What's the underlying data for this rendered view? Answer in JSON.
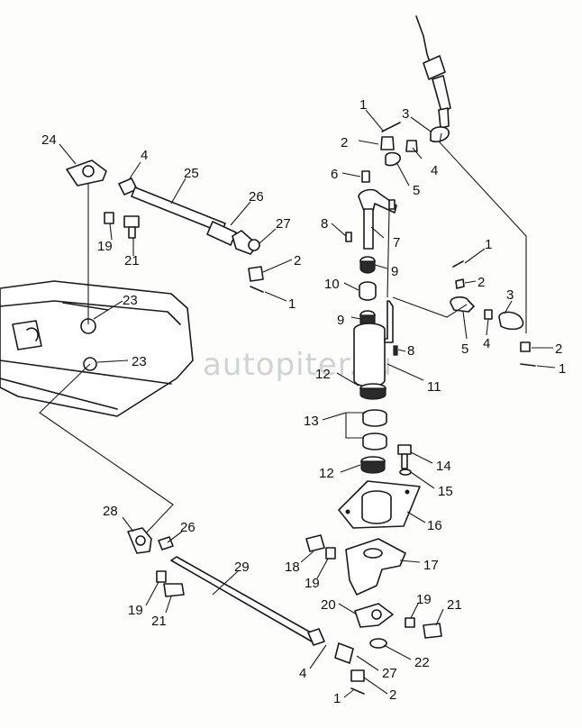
{
  "diagram": {
    "watermark": "autopiter.ru",
    "callouts": [
      {
        "id": "c1a",
        "label": "1"
      },
      {
        "id": "c2a",
        "label": "2"
      },
      {
        "id": "c3a",
        "label": "3"
      },
      {
        "id": "c4a",
        "label": "4"
      },
      {
        "id": "c5a",
        "label": "5"
      },
      {
        "id": "c6",
        "label": "6"
      },
      {
        "id": "c7",
        "label": "7"
      },
      {
        "id": "c8a",
        "label": "8"
      },
      {
        "id": "c9a",
        "label": "9"
      },
      {
        "id": "c10",
        "label": "10"
      },
      {
        "id": "c9b",
        "label": "9"
      },
      {
        "id": "c1b",
        "label": "1"
      },
      {
        "id": "c2b",
        "label": "2"
      },
      {
        "id": "c3b",
        "label": "3"
      },
      {
        "id": "c5b",
        "label": "5"
      },
      {
        "id": "c4b",
        "label": "4"
      },
      {
        "id": "c2c",
        "label": "2"
      },
      {
        "id": "c1c",
        "label": "1"
      },
      {
        "id": "c8b",
        "label": "8"
      },
      {
        "id": "c11",
        "label": "11"
      },
      {
        "id": "c12a",
        "label": "12"
      },
      {
        "id": "c13",
        "label": "13"
      },
      {
        "id": "c12b",
        "label": "12"
      },
      {
        "id": "c14",
        "label": "14"
      },
      {
        "id": "c15",
        "label": "15"
      },
      {
        "id": "c16",
        "label": "16"
      },
      {
        "id": "c24",
        "label": "24"
      },
      {
        "id": "c4c",
        "label": "4"
      },
      {
        "id": "c25",
        "label": "25"
      },
      {
        "id": "c26a",
        "label": "26"
      },
      {
        "id": "c27a",
        "label": "27"
      },
      {
        "id": "c2d",
        "label": "2"
      },
      {
        "id": "c1d",
        "label": "1"
      },
      {
        "id": "c19a",
        "label": "19"
      },
      {
        "id": "c21a",
        "label": "21"
      },
      {
        "id": "c23a",
        "label": "23"
      },
      {
        "id": "c23b",
        "label": "23"
      },
      {
        "id": "c28",
        "label": "28"
      },
      {
        "id": "c26b",
        "label": "26"
      },
      {
        "id": "c29",
        "label": "29"
      },
      {
        "id": "c19b",
        "label": "19"
      },
      {
        "id": "c21b",
        "label": "21"
      },
      {
        "id": "c18",
        "label": "18"
      },
      {
        "id": "c19c",
        "label": "19"
      },
      {
        "id": "c17",
        "label": "17"
      },
      {
        "id": "c20",
        "label": "20"
      },
      {
        "id": "c19d",
        "label": "19"
      },
      {
        "id": "c21c",
        "label": "21"
      },
      {
        "id": "c22",
        "label": "22"
      },
      {
        "id": "c4d",
        "label": "4"
      },
      {
        "id": "c27b",
        "label": "27"
      },
      {
        "id": "c1e",
        "label": "1"
      },
      {
        "id": "c2e",
        "label": "2"
      }
    ]
  }
}
